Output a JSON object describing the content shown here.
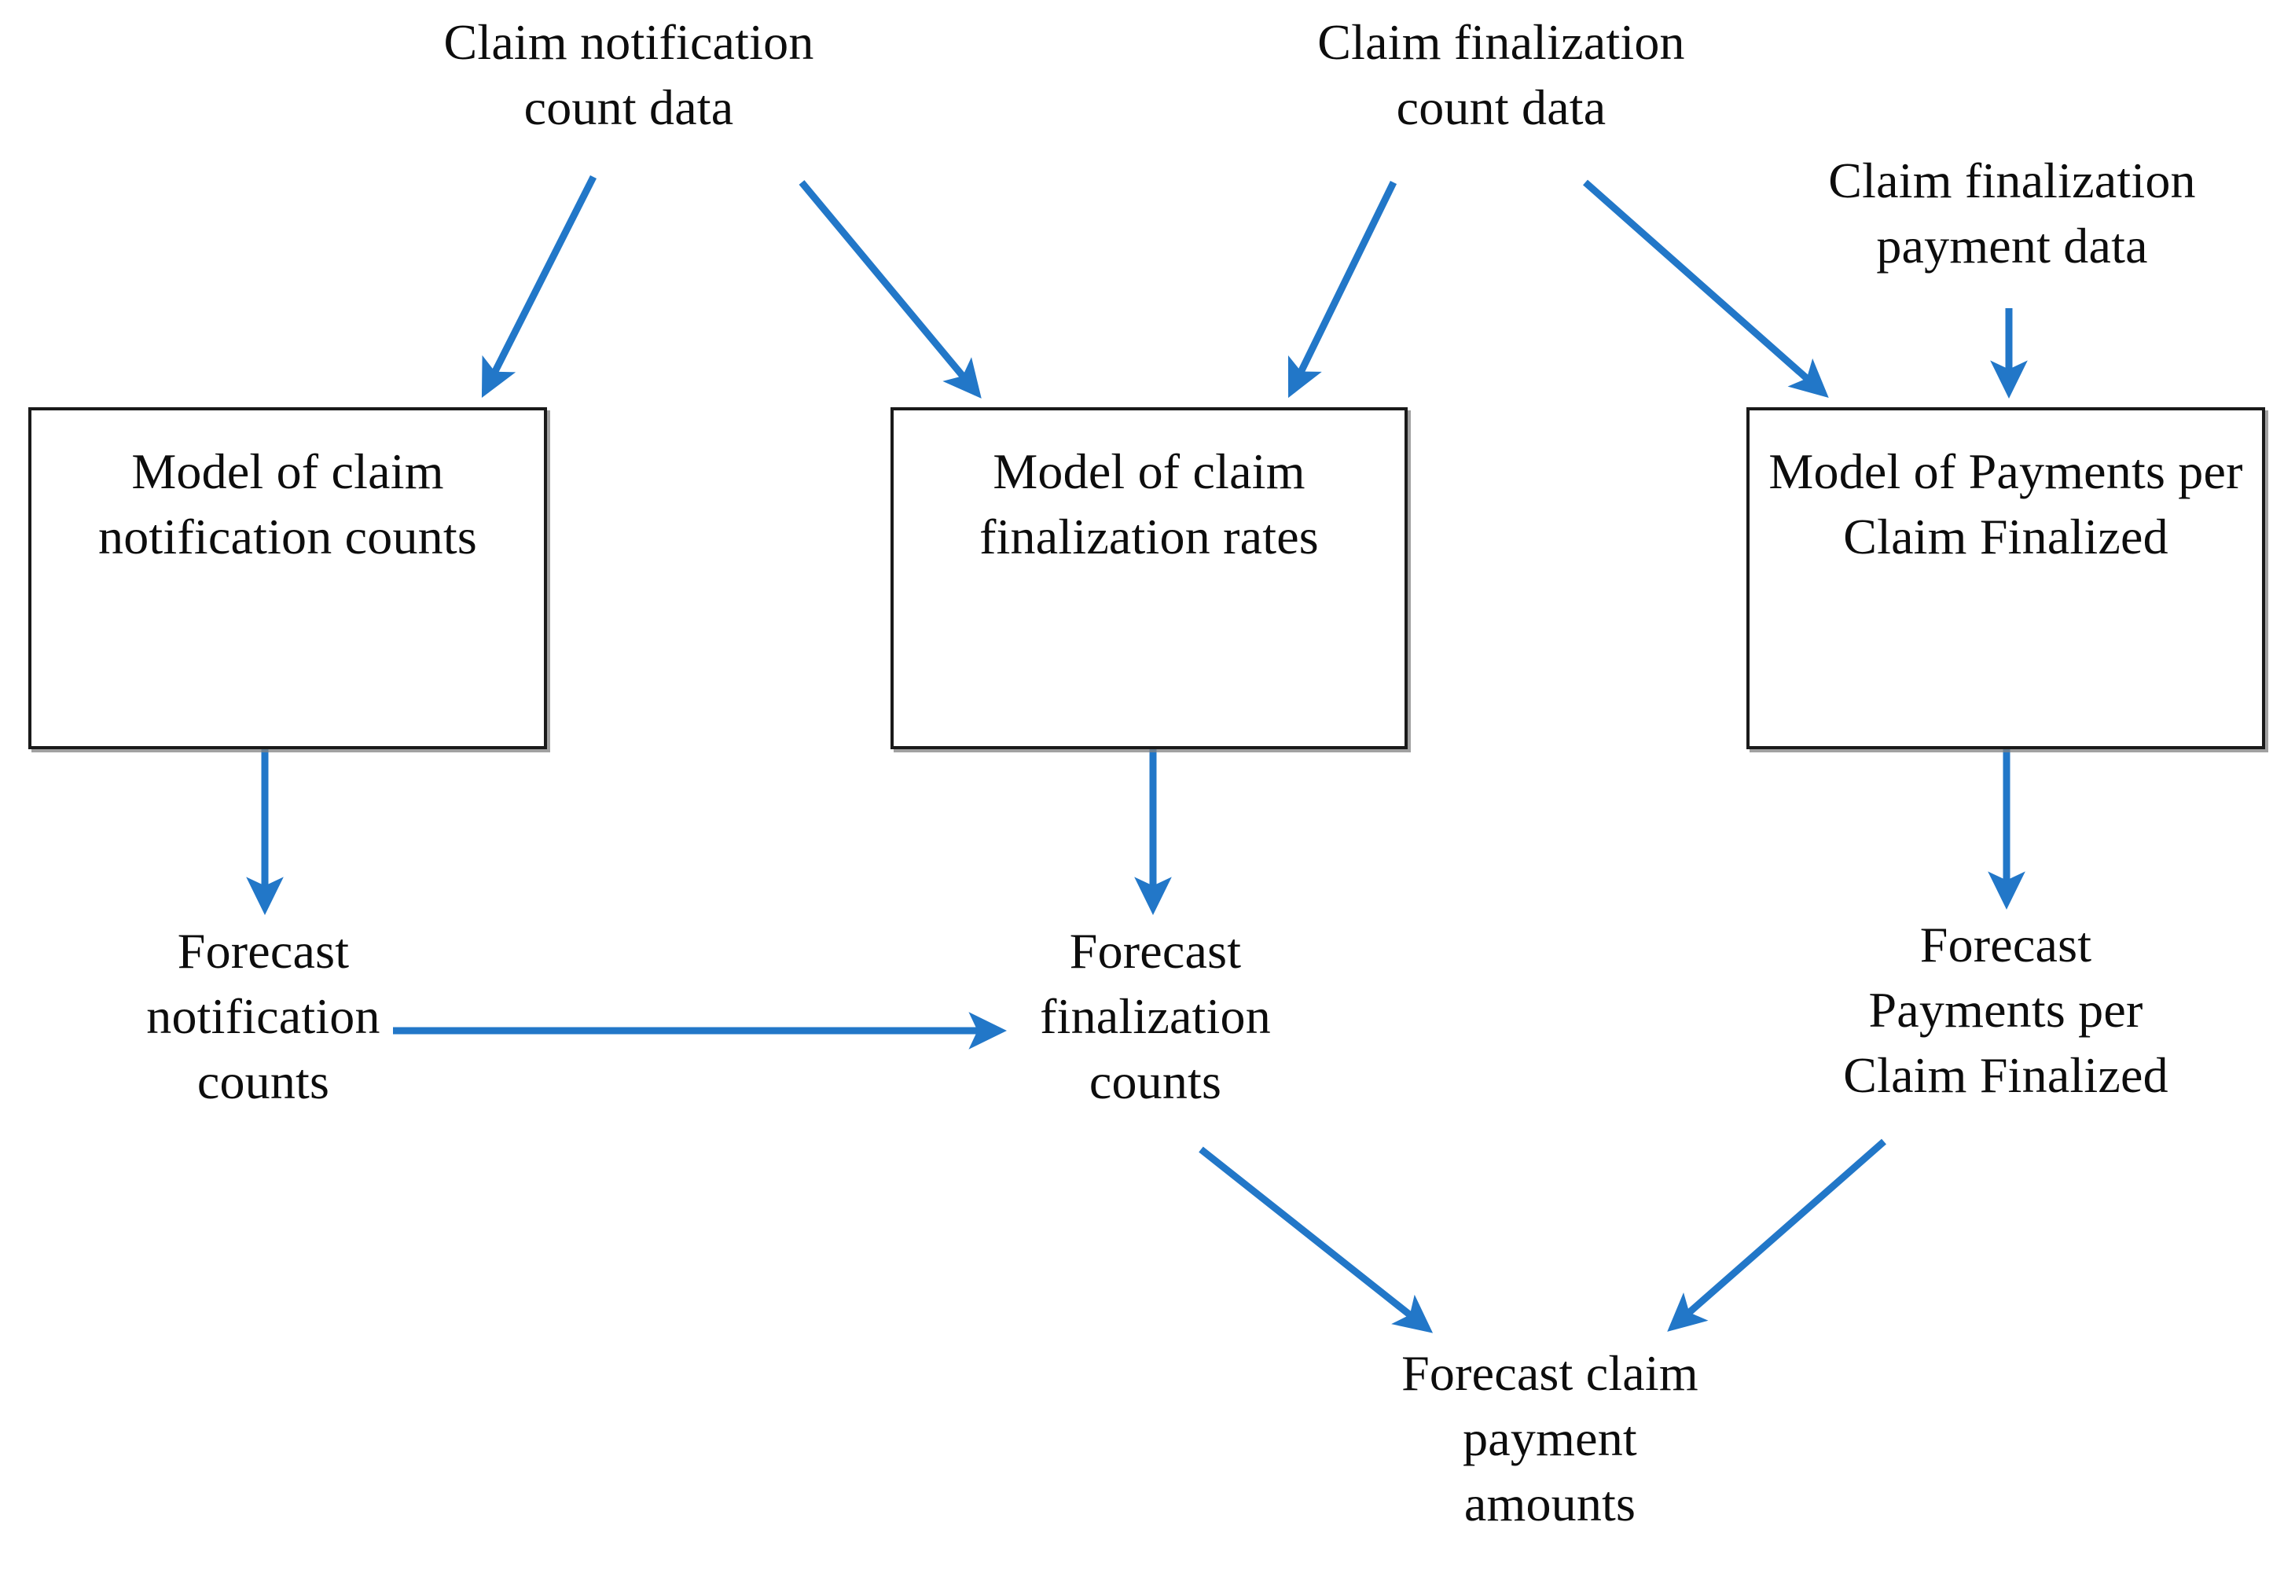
{
  "diagram": {
    "title": "Claim payment forecasting model flow",
    "accent_color": "#2277C8",
    "box_border_color": "#1a1a1a",
    "text_color": "#0d0d0d",
    "background_color": "#ffffff",
    "data_sources": [
      {
        "id": "claim-notification-count-data",
        "text": "Claim notification\ncount data"
      },
      {
        "id": "claim-finalization-count-data",
        "text": "Claim finalization\ncount data"
      },
      {
        "id": "claim-finalization-payment-data",
        "text": "Claim finalization\npayment data"
      }
    ],
    "model_boxes": [
      {
        "id": "model-claim-notification-counts",
        "text": "Model of claim\nnotification\ncounts"
      },
      {
        "id": "model-claim-finalization-rates",
        "text": "Model of claim\nfinalization\nrates"
      },
      {
        "id": "model-payments-per-claim-finalized",
        "text": "Model of\nPayments per\nClaim Finalized"
      }
    ],
    "forecasts": [
      {
        "id": "forecast-notification-counts",
        "text": "Forecast\nnotification\ncounts"
      },
      {
        "id": "forecast-finalization-counts",
        "text": "Forecast\nfinalization\ncounts"
      },
      {
        "id": "forecast-payments-per-claim-finalized",
        "text": "Forecast\nPayments per\nClaim Finalized"
      }
    ],
    "output": {
      "id": "forecast-claim-payment-amounts",
      "text": "Forecast claim\npayment\namounts"
    },
    "edges": [
      {
        "from": "claim-notification-count-data",
        "to": "model-claim-notification-counts"
      },
      {
        "from": "claim-notification-count-data",
        "to": "model-claim-finalization-rates"
      },
      {
        "from": "claim-finalization-count-data",
        "to": "model-claim-finalization-rates"
      },
      {
        "from": "claim-finalization-count-data",
        "to": "model-payments-per-claim-finalized"
      },
      {
        "from": "claim-finalization-payment-data",
        "to": "model-payments-per-claim-finalized"
      },
      {
        "from": "model-claim-notification-counts",
        "to": "forecast-notification-counts"
      },
      {
        "from": "model-claim-finalization-rates",
        "to": "forecast-finalization-counts"
      },
      {
        "from": "model-payments-per-claim-finalized",
        "to": "forecast-payments-per-claim-finalized"
      },
      {
        "from": "forecast-notification-counts",
        "to": "forecast-finalization-counts"
      },
      {
        "from": "forecast-finalization-counts",
        "to": "forecast-claim-payment-amounts"
      },
      {
        "from": "forecast-payments-per-claim-finalized",
        "to": "forecast-claim-payment-amounts"
      }
    ]
  }
}
